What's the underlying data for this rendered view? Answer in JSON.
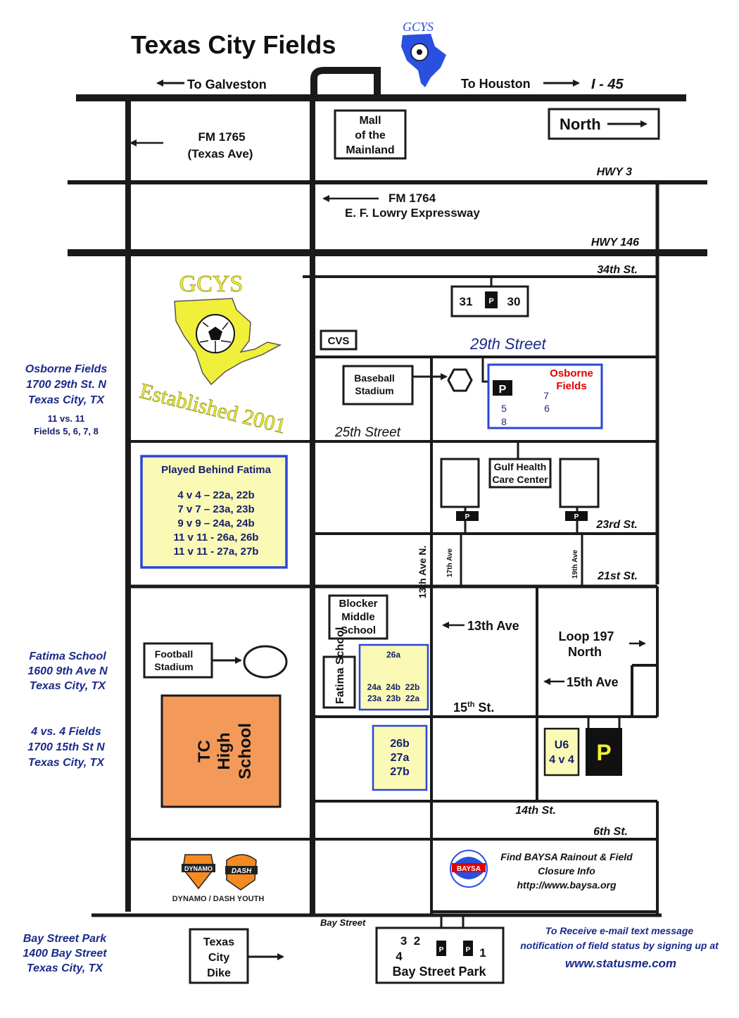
{
  "title": "Texas City Fields",
  "colors": {
    "road": "#1a1a1a",
    "navy_text": "#1a2a8a",
    "osborne_red": "#e00000",
    "highlight_fill": "#fafab6",
    "highlight_border": "#2a46d8",
    "high_school_fill": "#f39a5a",
    "logo_yellow": "#f0f03a",
    "logo_blue": "#2a50e0"
  },
  "top_directions": {
    "to_galveston": "To Galveston",
    "to_houston": "To Houston",
    "interstate": "I - 45",
    "north_label": "North"
  },
  "logos": {
    "gcys_small": "GCYS",
    "gcys_large": "GCYS",
    "established": "Established 2001",
    "dynamo": "DYNAMO",
    "dash": "DASH",
    "dynamo_dash_youth": "DYNAMO / DASH YOUTH",
    "baysa": "BAYSA"
  },
  "roads": {
    "fm1765_line1": "FM 1765",
    "fm1765_line2": "(Texas Ave)",
    "hwy3": "HWY 3",
    "fm1764_line1": "FM 1764",
    "fm1764_line2": "E. F. Lowry Expressway",
    "hwy146": "HWY 146",
    "st34": "34th St.",
    "st29": "29th Street",
    "st25": "25th Street",
    "st23": "23rd St.",
    "st21": "21st St.",
    "ave13n": "13th Ave N.",
    "ave17": "17th Ave",
    "ave19": "19th Ave",
    "ave13_arrow": "13th Ave",
    "loop197_line1": "Loop 197",
    "loop197_line2": "North",
    "ave15_arrow": "15th Ave",
    "st15_base": "15",
    "st15_sup": "th",
    "st15_suffix": " St.",
    "st14": "14th St.",
    "st6": "6th St.",
    "bay_street": "Bay Street"
  },
  "places": {
    "mall_line1": "Mall",
    "mall_line2": "of the",
    "mall_line3": "Mainland",
    "cvs": "CVS",
    "baseball_line1": "Baseball",
    "baseball_line2": "Stadium",
    "gulf_line1": "Gulf Health",
    "gulf_line2": "Care Center",
    "blocker_line1": "Blocker",
    "blocker_line2": "Middle",
    "blocker_line3": "School",
    "fatima_school": "Fatima School",
    "football_line1": "Football",
    "football_line2": "Stadium",
    "hs_line1": "TC",
    "hs_line2": "High",
    "hs_line3": "School",
    "dike_line1": "Texas",
    "dike_line2": "City",
    "dike_line3": "Dike",
    "bay_park_name": "Bay Street Park"
  },
  "parking": {
    "label": "P"
  },
  "fields": {
    "f31": "31",
    "f30": "30",
    "osborne_line1": "Osborne",
    "osborne_line2": "Fields",
    "f7": "7",
    "f6": "6",
    "f5": "5",
    "f8": "8",
    "f26a": "26a",
    "row_24": "24a  24b  22b",
    "row_23": "23a  23b  22a",
    "f26b": "26b",
    "f27a": "27a",
    "f27b": "27b",
    "u6_line1": "U6",
    "u6_line2": "4 v 4",
    "bay_row1": "3  2",
    "bay_f4": "4",
    "bay_f1": "1"
  },
  "fatima_box": {
    "title": "Played Behind Fatima",
    "rows": [
      "4 v 4 – 22a, 22b",
      "7 v 7 – 23a, 23b",
      "9 v 9 – 24a, 24b",
      "11 v 11 - 26a, 26b",
      "11 v 11 - 27a, 27b"
    ]
  },
  "left_info": {
    "osborne": [
      "Osborne Fields",
      "1700 29th St. N",
      "Texas City, TX"
    ],
    "osborne_sub": [
      "11 vs. 11",
      "Fields 5, 6, 7, 8"
    ],
    "fatima": [
      "Fatima School",
      "1600 9th Ave N",
      "Texas City, TX"
    ],
    "four_v_four": [
      "4 vs. 4 Fields",
      "1700 15th St N",
      "Texas City, TX"
    ],
    "bay_street": [
      "Bay Street Park",
      "1400 Bay Street",
      "Texas City, TX"
    ]
  },
  "baysa_info": [
    "Find BAYSA Rainout & Field",
    "Closure Info",
    "http://www.baysa.org"
  ],
  "statusme_info": [
    "To Receive e-mail text message",
    "notification of field status by signing up at",
    "www.statusme.com"
  ]
}
